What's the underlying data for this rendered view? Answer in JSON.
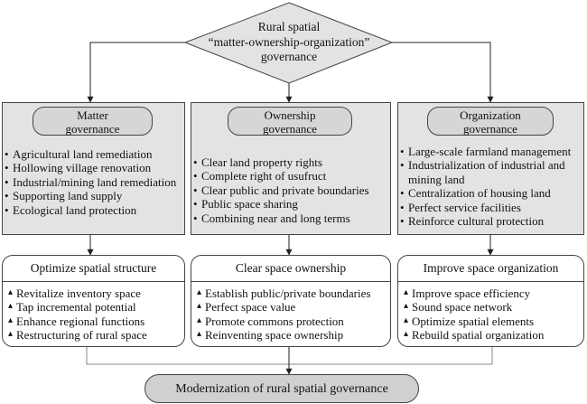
{
  "top": {
    "line1": "Rural spatial",
    "line2": "“matter-ownership-organization”",
    "line3": "governance"
  },
  "columns": [
    {
      "header_line1": "Matter",
      "header_line2": "governance",
      "items": [
        "Agricultural land remediation",
        "Hollowing village renovation",
        "Industrial/mining land remediation",
        "Supporting land supply",
        "Ecological land protection"
      ],
      "goal": "Optimize spatial structure",
      "actions": [
        "Revitalize inventory space",
        "Tap incremental potential",
        "Enhance regional functions",
        "Restructuring of rural space"
      ]
    },
    {
      "header_line1": "Ownership",
      "header_line2": "governance",
      "items": [
        "Clear land property rights",
        "Complete right of usufruct",
        "Clear public and private boundaries",
        "Public space sharing",
        "Combining near and long terms"
      ],
      "goal": "Clear space ownership",
      "actions": [
        "Establish public/private boundaries",
        "Perfect space value",
        "Promote commons protection",
        "Reinventing space ownership"
      ]
    },
    {
      "header_line1": "Organization",
      "header_line2": "governance",
      "items": [
        "Large-scale farmland management",
        "Industrialization of industrial and mining land",
        "Centralization of housing land",
        "Perfect service facilities",
        "Reinforce cultural protection"
      ],
      "goal": "Improve space organization",
      "actions": [
        "Improve space efficiency",
        "Sound space network",
        "Optimize spatial elements",
        "Rebuild spatial organization"
      ]
    }
  ],
  "final": "Modernization of rural spatial governance"
}
